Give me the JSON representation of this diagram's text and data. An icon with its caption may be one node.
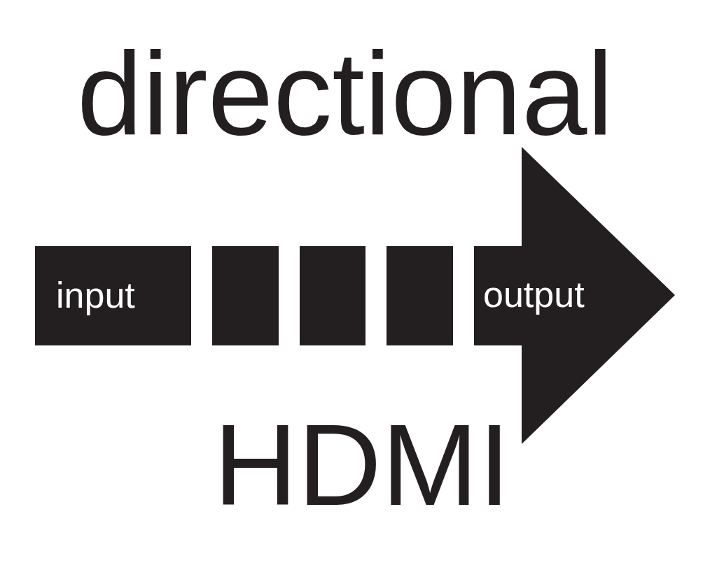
{
  "diagram": {
    "nodes": [
      {
        "text": [
          "input"
        ]
      },
      {
        "text": [],
        "shape": "box"
      },
      {
        "text": [],
        "shape": "box"
      },
      {
        "text": [],
        "shape": "box"
      },
      {
        "text": [
          "output"
        ]
      }
    ],
    "edges": [],
    "labels": [
      "directional",
      "HDMI"
    ]
  }
}
